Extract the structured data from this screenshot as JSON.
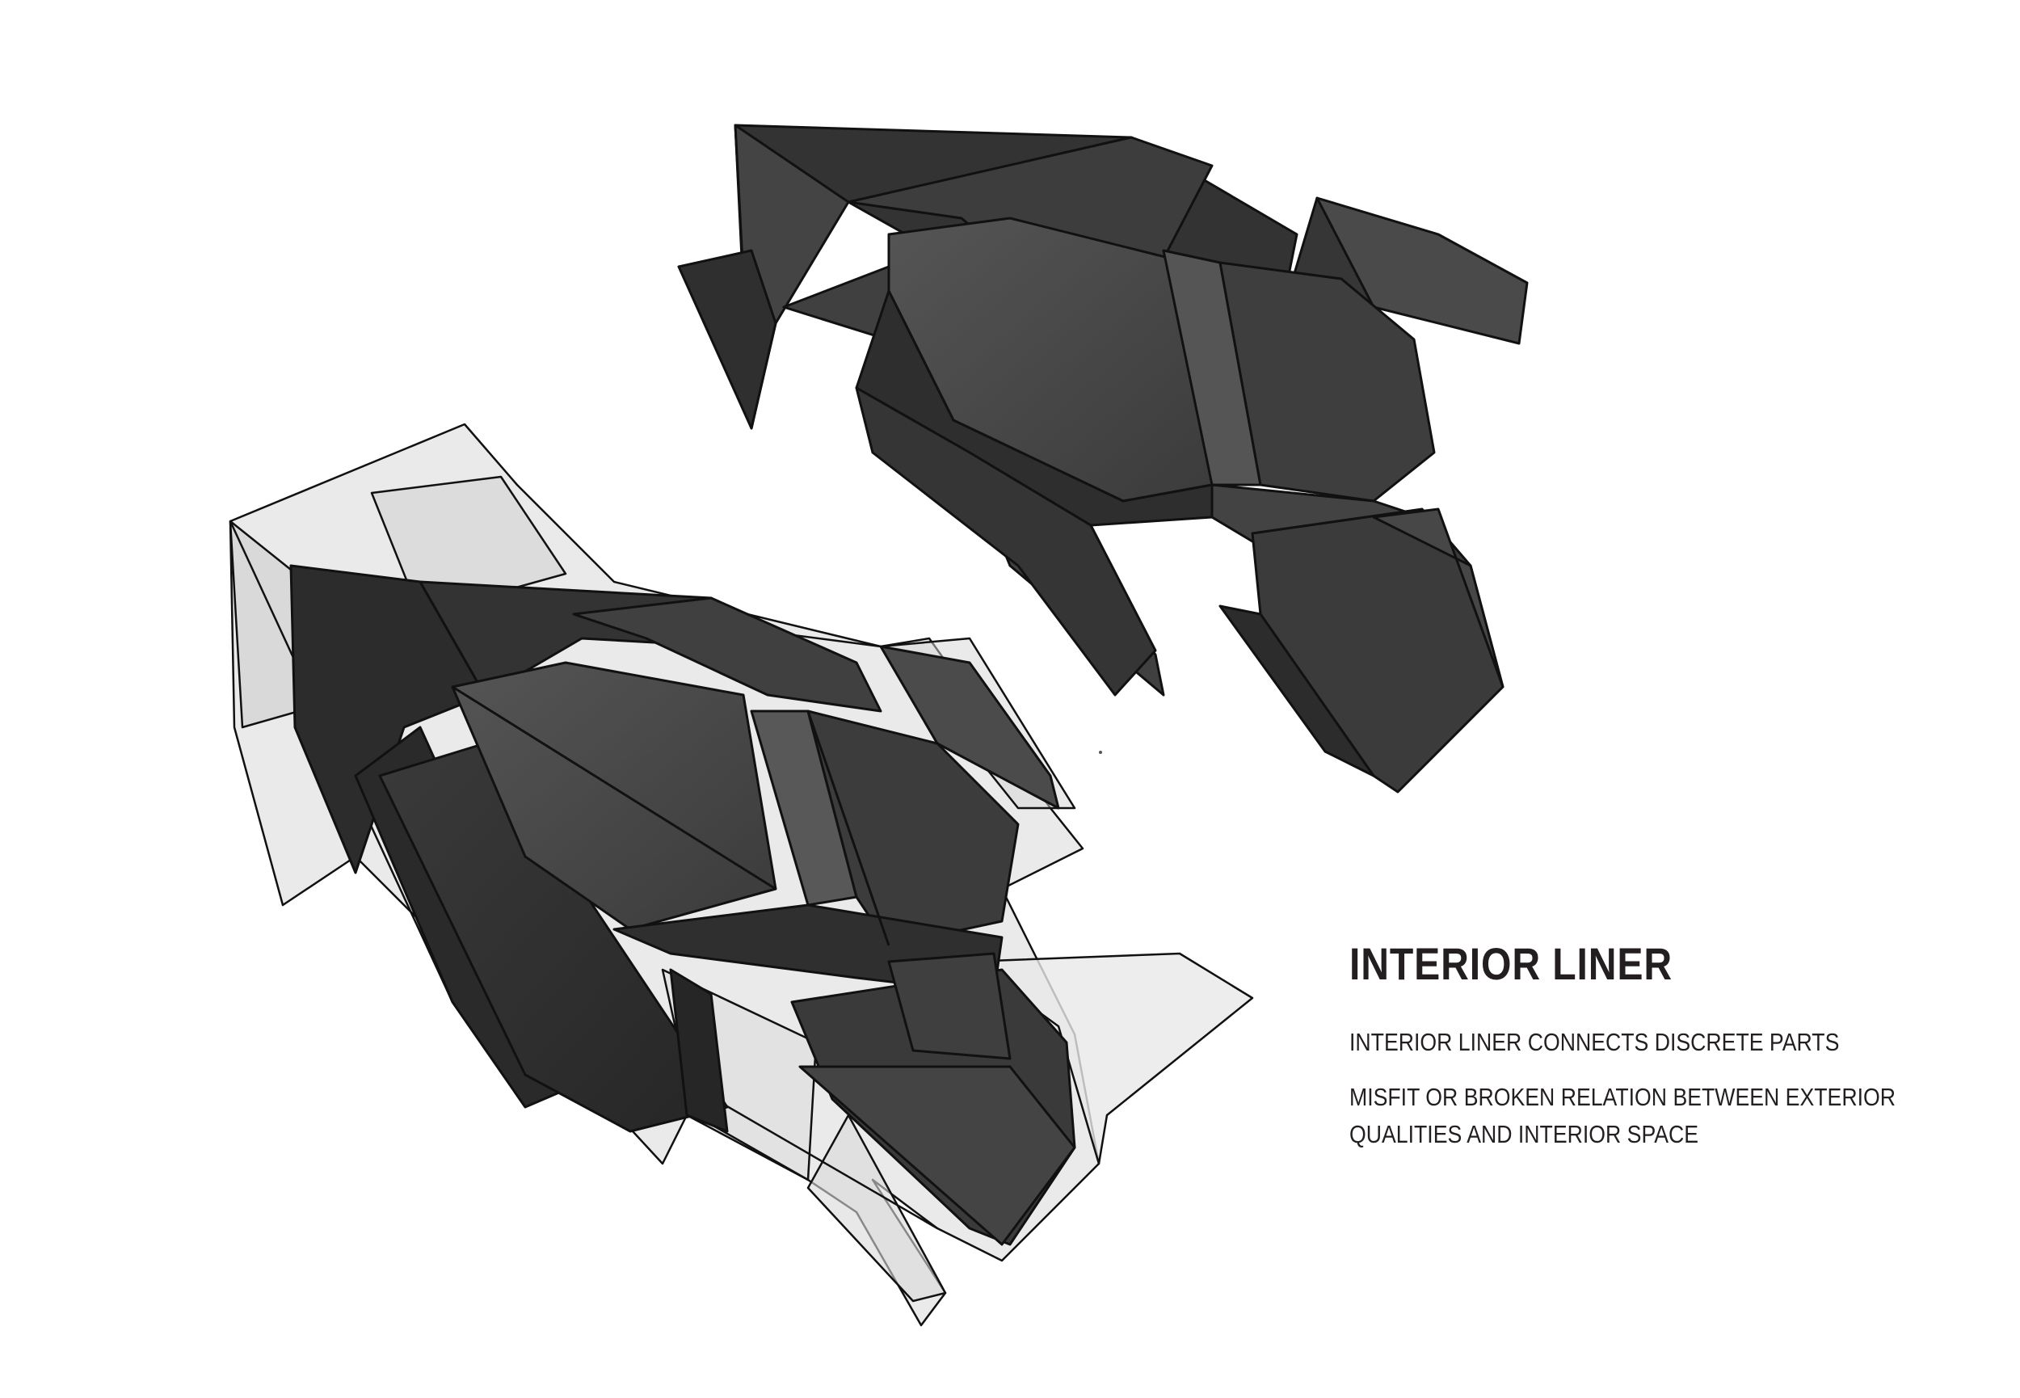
{
  "caption": {
    "title": "INTERIOR LINER",
    "line1": "INTERIOR LINER CONNECTS DISCRETE PARTS",
    "line2a": "MISFIT OR BROKEN RELATION BETWEEN EXTERIOR",
    "line2b": "QUALITIES AND INTERIOR SPACE"
  },
  "colors": {
    "solid_dark": "#3a3a3a",
    "solid_mid": "#4a4a4a",
    "solid_light": "#5a5a5a",
    "shell": "#d8d8d8",
    "line": "#111111",
    "text": "#231f20"
  }
}
